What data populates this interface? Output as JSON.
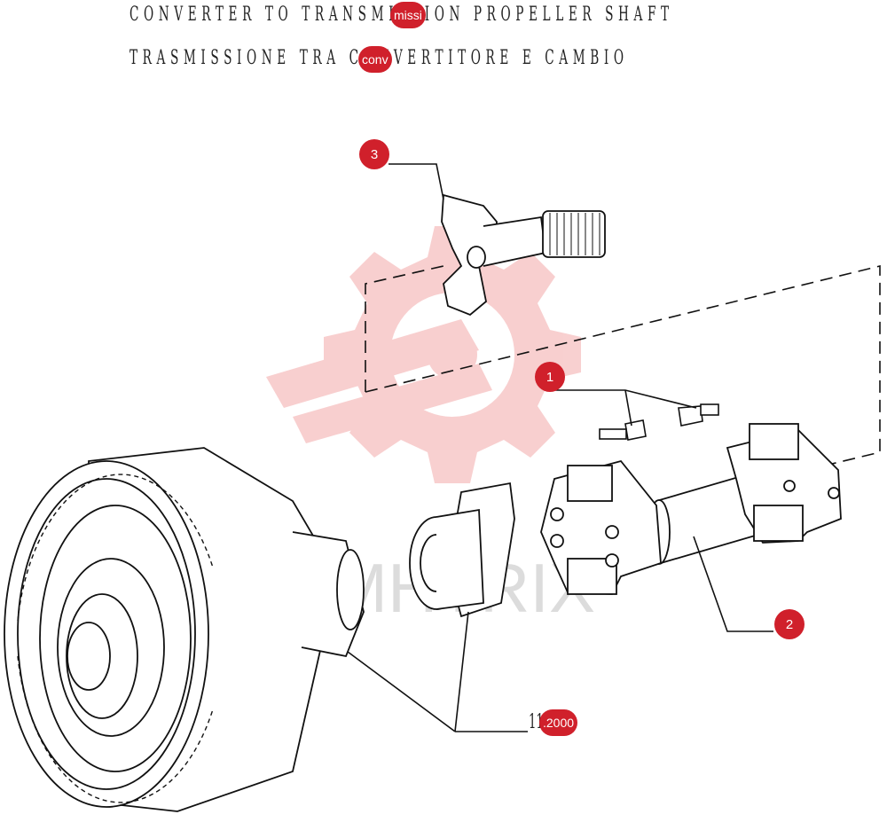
{
  "title": {
    "english": "CONVERTER TO TRANSMISSION PROPELLER SHAFT",
    "italian": "TRASMISSIONE TRA CONVERTITORE E CAMBIO"
  },
  "title_markers": {
    "english": "missi",
    "italian": "conv"
  },
  "callouts": [
    {
      "id": "1",
      "label": "1"
    },
    {
      "id": "2",
      "label": "2"
    },
    {
      "id": "3",
      "label": "3"
    }
  ],
  "reference": {
    "text": "11",
    "marker": ".2000"
  },
  "watermark": "MHTRIX",
  "colors": {
    "callout": "#d0202b",
    "line": "#111111",
    "watermark": "#f3b6b6"
  }
}
